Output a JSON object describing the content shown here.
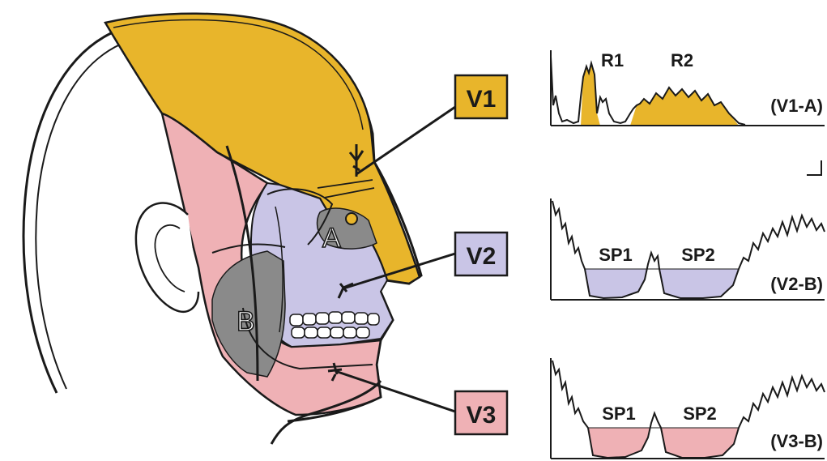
{
  "colors": {
    "v1": "#E8B52B",
    "v2": "#C9C5E6",
    "v3": "#EFB1B5",
    "gray": "#8A8A8A",
    "line": "#1a1a1a",
    "background": "#ffffff"
  },
  "head": {
    "point_a": "A",
    "point_b": "B"
  },
  "nerve_boxes": [
    {
      "key": "v1",
      "label": "V1"
    },
    {
      "key": "v2",
      "label": "V2"
    },
    {
      "key": "v3",
      "label": "V3"
    }
  ],
  "traces": {
    "v1a": {
      "label": "(V1-A)",
      "component_1": "R1",
      "component_2": "R2"
    },
    "v2b": {
      "label": "(V2-B)",
      "period_1": "SP1",
      "period_2": "SP2"
    },
    "v3b": {
      "label": "(V3-B)",
      "period_1": "SP1",
      "period_2": "SP2"
    }
  }
}
